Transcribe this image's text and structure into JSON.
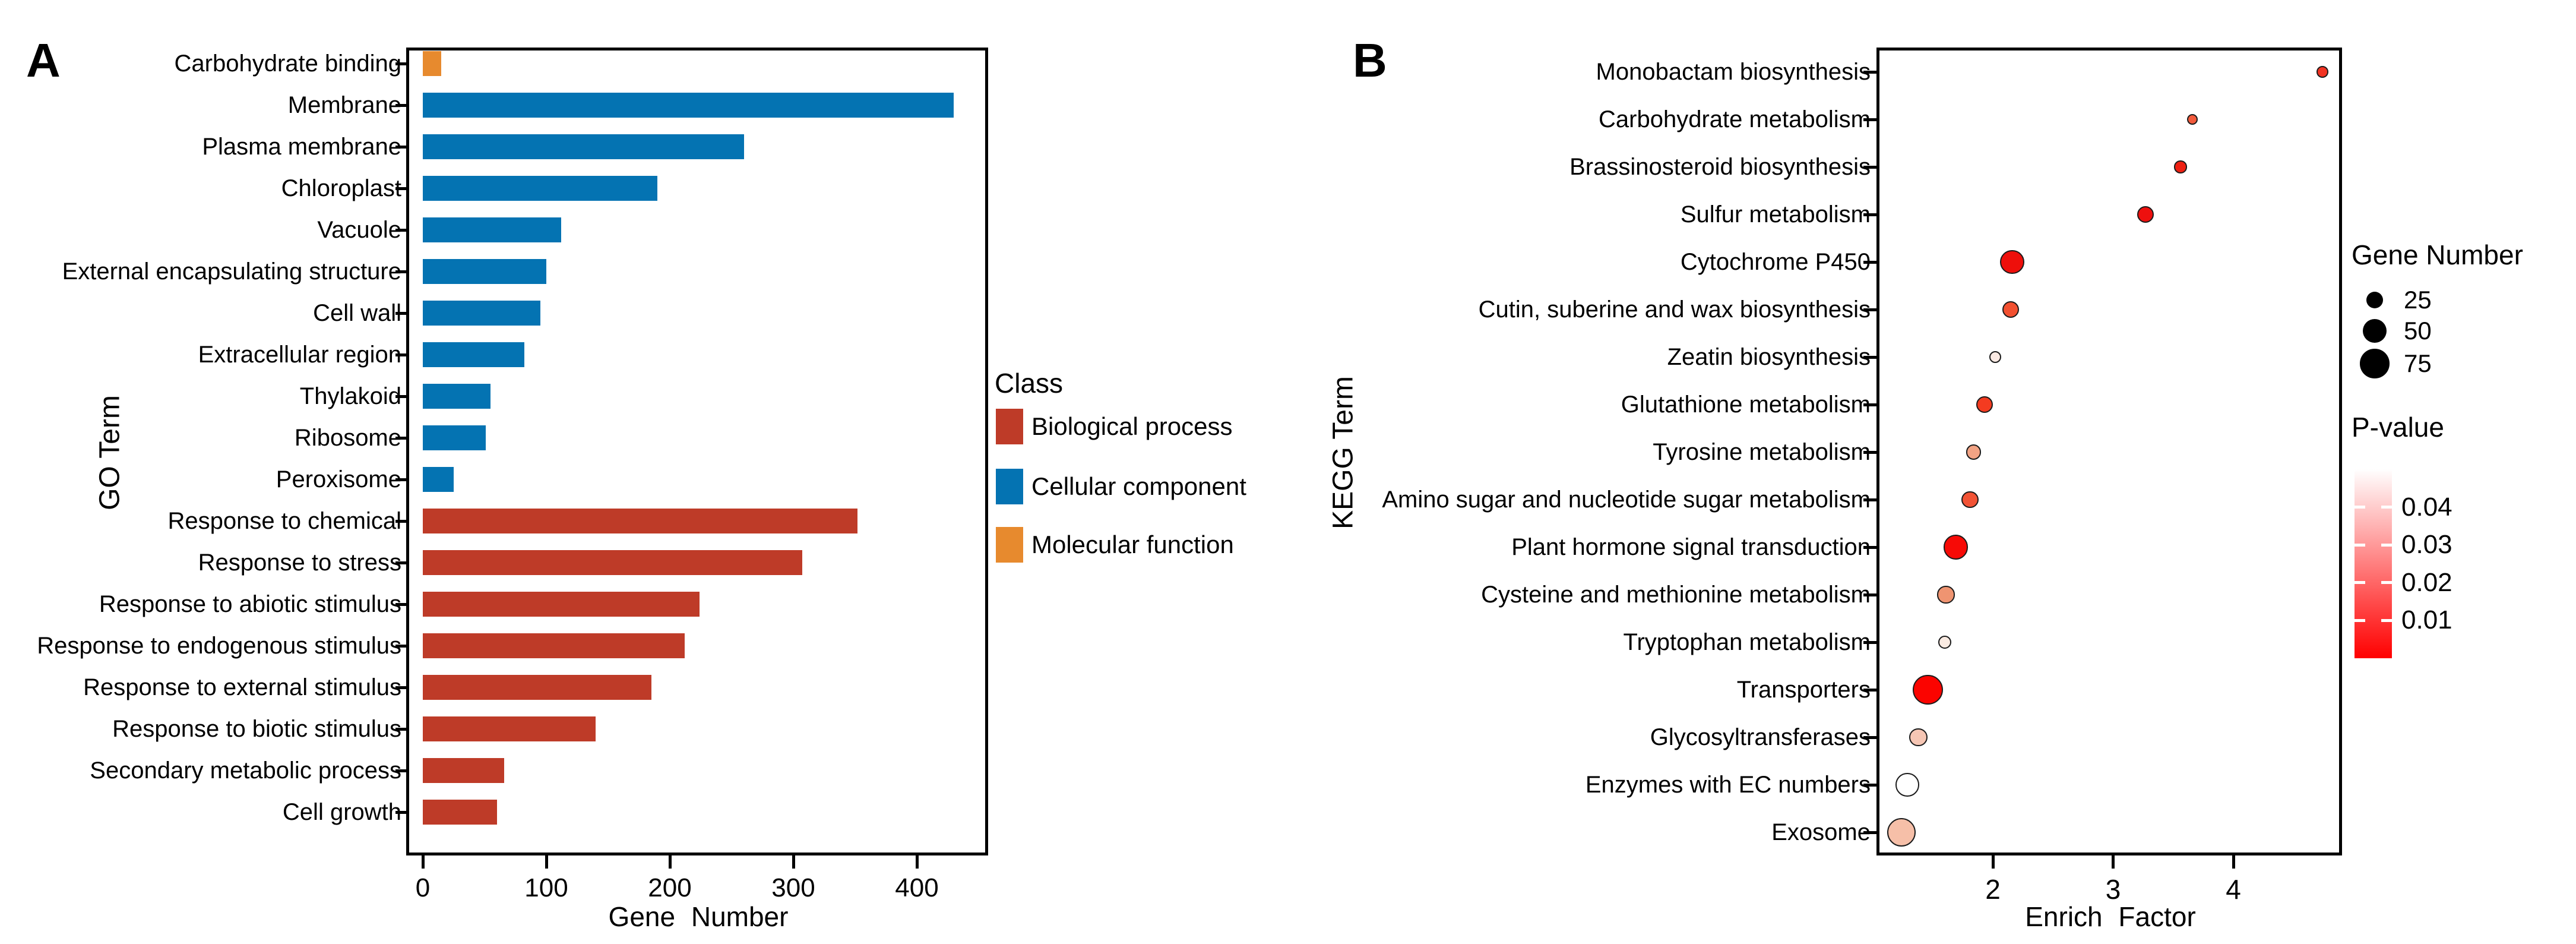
{
  "figure": {
    "background": "#FFFFFF"
  },
  "chart_data": [
    {
      "panel_label": "A",
      "type": "bar",
      "orientation": "horizontal",
      "xlabel": "Gene Number",
      "ylabel": "GO Term",
      "xlim": [
        0,
        460
      ],
      "xticks": [
        0,
        100,
        200,
        300,
        400
      ],
      "grid": "off",
      "legend": {
        "title": "Class",
        "position": "right",
        "items": [
          {
            "label": "Biological process",
            "color": "#BE3B28"
          },
          {
            "label": "Cellular component",
            "color": "#0473B2"
          },
          {
            "label": "Molecular function",
            "color": "#E78A2E"
          }
        ]
      },
      "bars": [
        {
          "term": "Carbohydrate binding",
          "value": 15,
          "class": "Molecular function"
        },
        {
          "term": "Membrane",
          "value": 430,
          "class": "Cellular component"
        },
        {
          "term": "Plasma membrane",
          "value": 260,
          "class": "Cellular component"
        },
        {
          "term": "Chloroplast",
          "value": 190,
          "class": "Cellular component"
        },
        {
          "term": "Vacuole",
          "value": 112,
          "class": "Cellular component"
        },
        {
          "term": "External encapsulating structure",
          "value": 100,
          "class": "Cellular component"
        },
        {
          "term": "Cell wall",
          "value": 95,
          "class": "Cellular component"
        },
        {
          "term": "Extracellular region",
          "value": 82,
          "class": "Cellular component"
        },
        {
          "term": "Thylakoid",
          "value": 55,
          "class": "Cellular component"
        },
        {
          "term": "Ribosome",
          "value": 51,
          "class": "Cellular component"
        },
        {
          "term": "Peroxisome",
          "value": 25,
          "class": "Cellular component"
        },
        {
          "term": "Response to chemical",
          "value": 352,
          "class": "Biological process"
        },
        {
          "term": "Response to stress",
          "value": 307,
          "class": "Biological process"
        },
        {
          "term": "Response to abiotic stimulus",
          "value": 224,
          "class": "Biological process"
        },
        {
          "term": "Response to endogenous stimulus",
          "value": 212,
          "class": "Biological process"
        },
        {
          "term": "Response to external stimulus",
          "value": 185,
          "class": "Biological process"
        },
        {
          "term": "Response to biotic stimulus",
          "value": 140,
          "class": "Biological process"
        },
        {
          "term": "Secondary metabolic process",
          "value": 66,
          "class": "Biological process"
        },
        {
          "term": "Cell growth",
          "value": 60,
          "class": "Biological process"
        }
      ]
    },
    {
      "panel_label": "B",
      "type": "scatter",
      "subtype": "bubble",
      "xlabel": "Enrich Factor",
      "ylabel": "KEGG Term",
      "xlim": [
        1.05,
        4.9
      ],
      "xticks": [
        2,
        3,
        4
      ],
      "grid": "off",
      "size_legend": {
        "title": "Gene Number",
        "items": [
          25,
          50,
          75
        ]
      },
      "color_legend": {
        "title": "P-value",
        "ticks": [
          0.04,
          0.03,
          0.02,
          0.01
        ],
        "top_color": "#FFFFFF",
        "bottom_color": "#FF0000",
        "scale_range": [
          0.05,
          0
        ]
      },
      "points": [
        {
          "term": "Monobactam biosynthesis",
          "enrich_factor": 4.74,
          "gene_number": 12,
          "p_value": 0.012,
          "color": "#F13322"
        },
        {
          "term": "Carbohydrate metabolism",
          "enrich_factor": 3.66,
          "gene_number": 10,
          "p_value": 0.018,
          "color": "#F25A3C"
        },
        {
          "term": "Brassinosteroid biosynthesis",
          "enrich_factor": 3.56,
          "gene_number": 14,
          "p_value": 0.008,
          "color": "#EE2012"
        },
        {
          "term": "Sulfur metabolism",
          "enrich_factor": 3.27,
          "gene_number": 24,
          "p_value": 0.006,
          "color": "#EE100E"
        },
        {
          "term": "Cytochrome P450",
          "enrich_factor": 2.16,
          "gene_number": 50,
          "p_value": 0.005,
          "color": "#EE0F0B"
        },
        {
          "term": "Cutin, suberine and wax biosynthesis",
          "enrich_factor": 2.15,
          "gene_number": 24,
          "p_value": 0.02,
          "color": "#F25030"
        },
        {
          "term": "Zeatin biosynthesis",
          "enrich_factor": 2.02,
          "gene_number": 13,
          "p_value": 0.046,
          "color": "#FBEAE3"
        },
        {
          "term": "Glutathione metabolism",
          "enrich_factor": 1.93,
          "gene_number": 24,
          "p_value": 0.01,
          "color": "#F43B20"
        },
        {
          "term": "Tyrosine metabolism",
          "enrich_factor": 1.84,
          "gene_number": 20,
          "p_value": 0.032,
          "color": "#F2A384"
        },
        {
          "term": "Amino sugar and nucleotide sugar metabolism",
          "enrich_factor": 1.81,
          "gene_number": 25,
          "p_value": 0.018,
          "color": "#F25335"
        },
        {
          "term": "Plant hormone signal transduction",
          "enrich_factor": 1.69,
          "gene_number": 52,
          "p_value": 0.003,
          "color": "#F70A06"
        },
        {
          "term": "Cysteine and methionine metabolism",
          "enrich_factor": 1.61,
          "gene_number": 26,
          "p_value": 0.03,
          "color": "#EF9471"
        },
        {
          "term": "Tryptophan metabolism",
          "enrich_factor": 1.6,
          "gene_number": 16,
          "p_value": 0.045,
          "color": "#FAEBE2"
        },
        {
          "term": "Transporters",
          "enrich_factor": 1.46,
          "gene_number": 78,
          "p_value": 0.002,
          "color": "#FB0400"
        },
        {
          "term": "Glycosyltransferases",
          "enrich_factor": 1.38,
          "gene_number": 28,
          "p_value": 0.035,
          "color": "#F6C6B4"
        },
        {
          "term": "Enzymes with EC numbers",
          "enrich_factor": 1.29,
          "gene_number": 48,
          "p_value": 0.05,
          "color": "#FFFFFF"
        },
        {
          "term": "Exosome",
          "enrich_factor": 1.24,
          "gene_number": 72,
          "p_value": 0.035,
          "color": "#F6BFA8"
        }
      ]
    }
  ]
}
